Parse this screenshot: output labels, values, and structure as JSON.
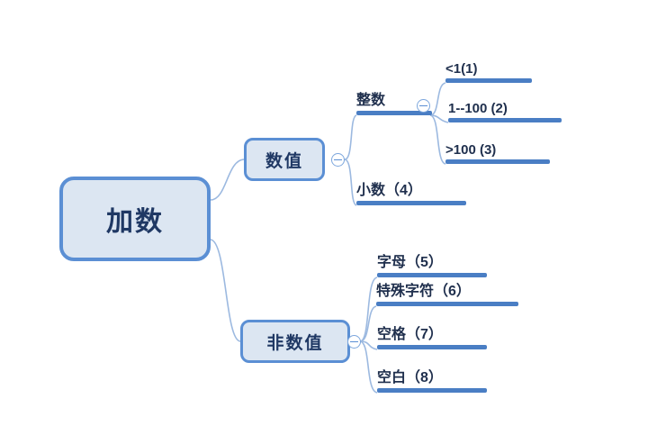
{
  "diagram": {
    "type": "mind-map",
    "title": "加数",
    "orientation": "left-to-right",
    "colors": {
      "node_fill": "#dce6f2",
      "node_border": "#5b8fd4",
      "branch_bar": "#4a7ec4",
      "connector": "#9cb9e0",
      "text": "#1f3864"
    }
  },
  "root": {
    "label": "加数"
  },
  "level2": [
    {
      "label": "数值",
      "toggle": "collapse-minus-icon"
    },
    {
      "label": "非数值",
      "toggle": "collapse-minus-icon"
    }
  ],
  "numeric_children": [
    {
      "label": "整数",
      "toggle": "collapse-minus-icon"
    },
    {
      "label": "小数（4）"
    }
  ],
  "integer_children": [
    {
      "label": "<1(1)"
    },
    {
      "label": "1--100 (2)"
    },
    {
      "label": ">100 (3)"
    }
  ],
  "nonnumeric_children": [
    {
      "label": "字母（5）"
    },
    {
      "label": "特殊字符（6）"
    },
    {
      "label": "空格（7）"
    },
    {
      "label": "空白（8）"
    }
  ]
}
